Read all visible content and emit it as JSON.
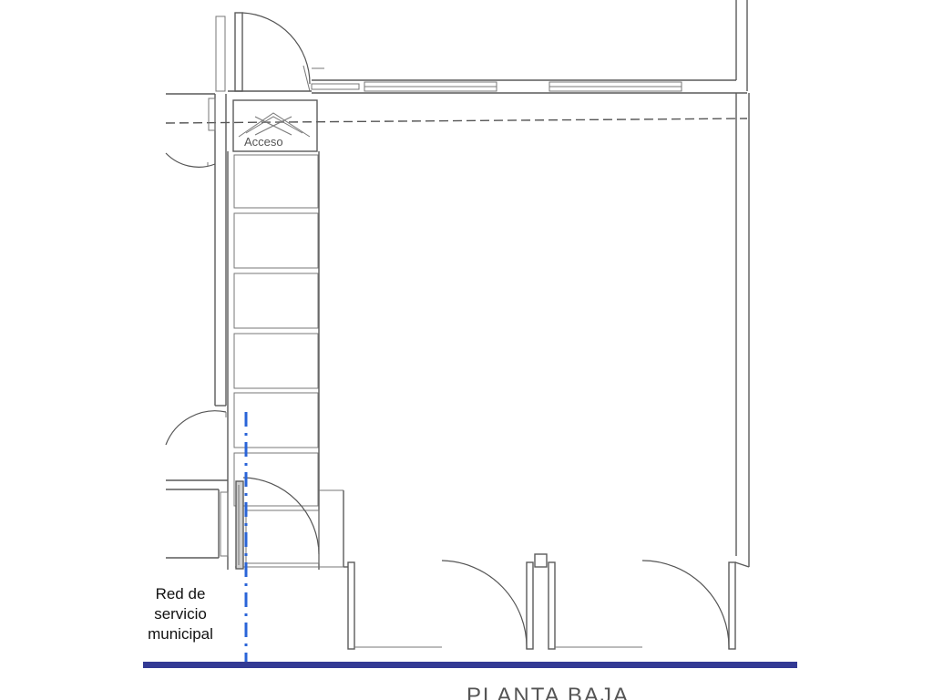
{
  "plan": {
    "access_label": "Acceso",
    "network_label": [
      "Red de",
      "servicio",
      "municipal"
    ],
    "title": "PLANTA BAJA"
  },
  "colors": {
    "street_line": "#333a94",
    "network_line": "#2a64d8",
    "walls": "#5a5a5a"
  }
}
